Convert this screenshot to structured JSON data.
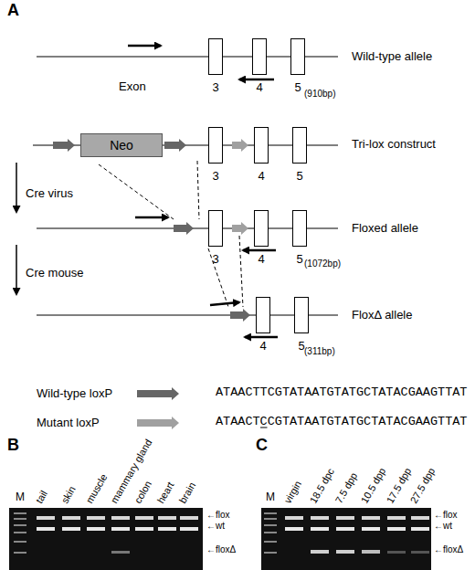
{
  "diagram": {
    "nodes": [
      {
        "text": [
          "3"
        ]
      },
      {
        "text": [
          "4"
        ]
      },
      {
        "text": [
          "5"
        ]
      },
      {
        "text": [
          "Neo"
        ]
      },
      {
        "text": [
          "3"
        ]
      },
      {
        "text": [
          "4"
        ]
      },
      {
        "text": [
          "5"
        ]
      },
      {
        "text": [
          "3"
        ]
      },
      {
        "text": [
          "4"
        ]
      },
      {
        "text": [
          "5"
        ]
      },
      {
        "text": [
          "4"
        ]
      },
      {
        "text": [
          "5"
        ]
      }
    ],
    "labels": [
      "A",
      "Wild-type allele",
      "Exon",
      "(910bp)",
      "Tri-lox construct",
      "Cre virus",
      "Floxed allele",
      "(1072bp)",
      "Cre mouse",
      "FloxΔ allele",
      "(311bp)",
      "Wild-type loxP",
      "ATAACTTCGTATAATGTATGCTATACGAAGTTAT",
      "Mutant loxP",
      "ATAACTCCGTATAATGTATGCTATACGAAGTTAT",
      "B",
      "M",
      "tail",
      "skin",
      "muscle",
      "mammary gland",
      "colon",
      "heart",
      "brain",
      "←flox",
      "←wt",
      "←floxΔ",
      "C",
      "M",
      "virgin",
      "18.5 dpc",
      "7.5 dpp",
      "10.5 dpp",
      "17.5 dpp",
      "27.5 dpp",
      "←flox",
      "←wt",
      "←floxΔ"
    ]
  }
}
